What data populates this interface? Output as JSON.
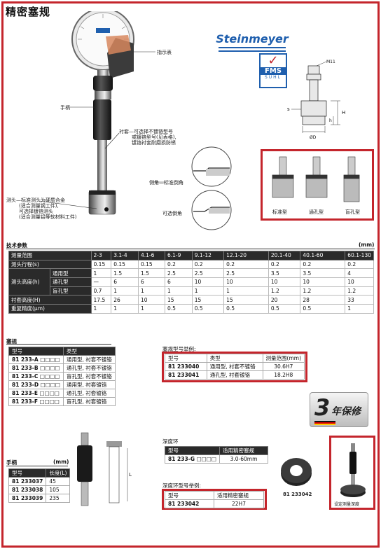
{
  "page_title": "精密塞规",
  "callouts": {
    "indicator": "指示表",
    "handle": "手柄",
    "sleeve": [
      "衬套—可选择不镀铬型号",
      "或镀铬型号(见表格),",
      "镀铬衬套耐磨损防锈"
    ],
    "probe": [
      "测头—标准测头为硬质合金",
      "(适合测量钢工件),",
      "可选择镀铬测头",
      "(适合测量铝等软材料工件)"
    ],
    "chamfer": "侧角—标准倒角",
    "optional_chamfer": "可选倒角"
  },
  "brand": {
    "name": "Steinmeyer",
    "sub": "FMS",
    "city": "SUHL"
  },
  "dims": {
    "thread": "M11",
    "s": "s",
    "h": "h",
    "H": "H",
    "od": "ØD"
  },
  "probe_types": [
    "标准型",
    "通孔型",
    "盲孔型"
  ],
  "spec": {
    "section": "技术参数",
    "unit": "(mm)",
    "ranges": [
      "2-3",
      "3.1-4",
      "4.1-6",
      "6.1-9",
      "9.1-12",
      "12.1-20",
      "20.1-40",
      "40.1-60",
      "60.1-130"
    ],
    "rows": {
      "range_label": "测量范围",
      "travel": {
        "label": "测头行程(s)",
        "values": [
          "0.15",
          "0.15",
          "0.15",
          "0.2",
          "0.2",
          "0.2",
          "0.2",
          "0.2",
          "0.2"
        ]
      },
      "height_label": "测头高度(h)",
      "general": {
        "label": "通用型",
        "values": [
          "1",
          "1.5",
          "1.5",
          "2.5",
          "2.5",
          "2.5",
          "3.5",
          "3.5",
          "4"
        ]
      },
      "through": {
        "label": "通孔型",
        "values": [
          "—",
          "6",
          "6",
          "6",
          "10",
          "10",
          "10",
          "10",
          "10"
        ]
      },
      "blind": {
        "label": "盲孔型",
        "values": [
          "0.7",
          "1",
          "1",
          "1",
          "1",
          "1",
          "1.2",
          "1.2",
          "1.2"
        ]
      },
      "sleeve_height": {
        "label": "衬套高度(H)",
        "values": [
          "17.5",
          "26",
          "10",
          "15",
          "15",
          "15",
          "20",
          "28",
          "33"
        ]
      },
      "repeat": {
        "label": "重复精度(μm)",
        "values": [
          "1",
          "1",
          "1",
          "0.5",
          "0.5",
          "0.5",
          "0.5",
          "0.5",
          "1"
        ]
      }
    }
  },
  "gauge": {
    "section": "塞规",
    "headers": [
      "型号",
      "类型"
    ],
    "rows": [
      [
        "81 233-A □□□□",
        "通用型, 衬套不镀铬"
      ],
      [
        "81 233-B □□□□",
        "通孔型, 衬套不镀铬"
      ],
      [
        "81 233-C □□□□",
        "盲孔型, 衬套不镀铬"
      ],
      [
        "81 233-D □□□□",
        "通用型, 衬套镀铬"
      ],
      [
        "81 233-E □□□□",
        "通孔型, 衬套镀铬"
      ],
      [
        "81 233-F □□□□",
        "盲孔型, 衬套镀铬"
      ]
    ]
  },
  "example": {
    "section": "塞规型号举例:",
    "headers": [
      "型号",
      "类型",
      "测量范围(mm)"
    ],
    "rows": [
      [
        "81 233040",
        "通用型, 衬套不镀铬",
        "30.6H7"
      ],
      [
        "81 233041",
        "通孔型, 衬套镀铬",
        "18.2H8"
      ]
    ]
  },
  "warranty": {
    "big": "3",
    "text": "年保修"
  },
  "handle_table": {
    "section": "手柄",
    "unit": "(mm)",
    "headers": [
      "型号",
      "长度(L)"
    ],
    "rows": [
      [
        "81 233037",
        "45"
      ],
      [
        "81 233038",
        "105"
      ],
      [
        "81 233039",
        "235"
      ]
    ],
    "dim_label": "L"
  },
  "ring": {
    "section": "深度环",
    "headers": [
      "型号",
      "适用精密塞规"
    ],
    "rows": [
      [
        "81 233-G □□□□",
        "3.0-60mm"
      ]
    ]
  },
  "ring_example": {
    "section": "深度环型号举例:",
    "headers": [
      "型号",
      "适用精密塞规"
    ],
    "rows": [
      [
        "81 233042",
        "22H7"
      ]
    ]
  },
  "ring_part": "81 233042",
  "depth_caption": "设定测量深度",
  "colors": {
    "accent": "#c4252c",
    "header": "#2a2a2a",
    "brand": "#1f5fae"
  }
}
